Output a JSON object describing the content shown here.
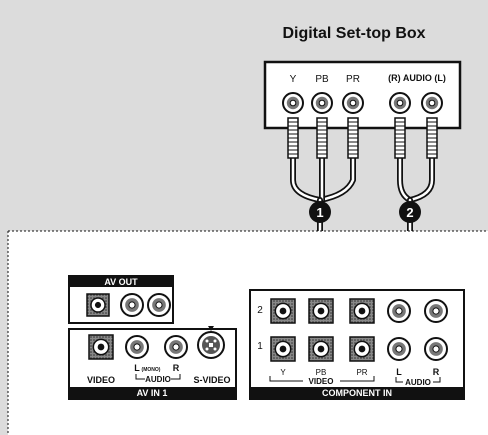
{
  "title": "Digital Set-top Box",
  "stb": {
    "jacks": [
      "Y",
      "PB",
      "PR"
    ],
    "audio_label": "(R) AUDIO (L)"
  },
  "steps": [
    "1",
    "2"
  ],
  "av_out": {
    "label": "AV OUT"
  },
  "av_in": {
    "label": "AV IN 1",
    "video_label": "VIDEO",
    "l_label": "L",
    "mono_label": "(MONO)",
    "r_label": "R",
    "audio_label": "AUDIO",
    "svideo_label": "S-VIDEO"
  },
  "component_in": {
    "label": "COMPONENT IN",
    "row_labels": [
      "2",
      "1"
    ],
    "y_label": "Y",
    "pb_label": "PB",
    "pr_label": "PR",
    "video_label": "VIDEO",
    "l_label": "L",
    "r_label": "R",
    "audio_label": "AUDIO"
  },
  "colors": {
    "background": "#dcdcdc",
    "panel": "#ffffff",
    "label_bar": "#111111",
    "stroke": "#111111"
  }
}
